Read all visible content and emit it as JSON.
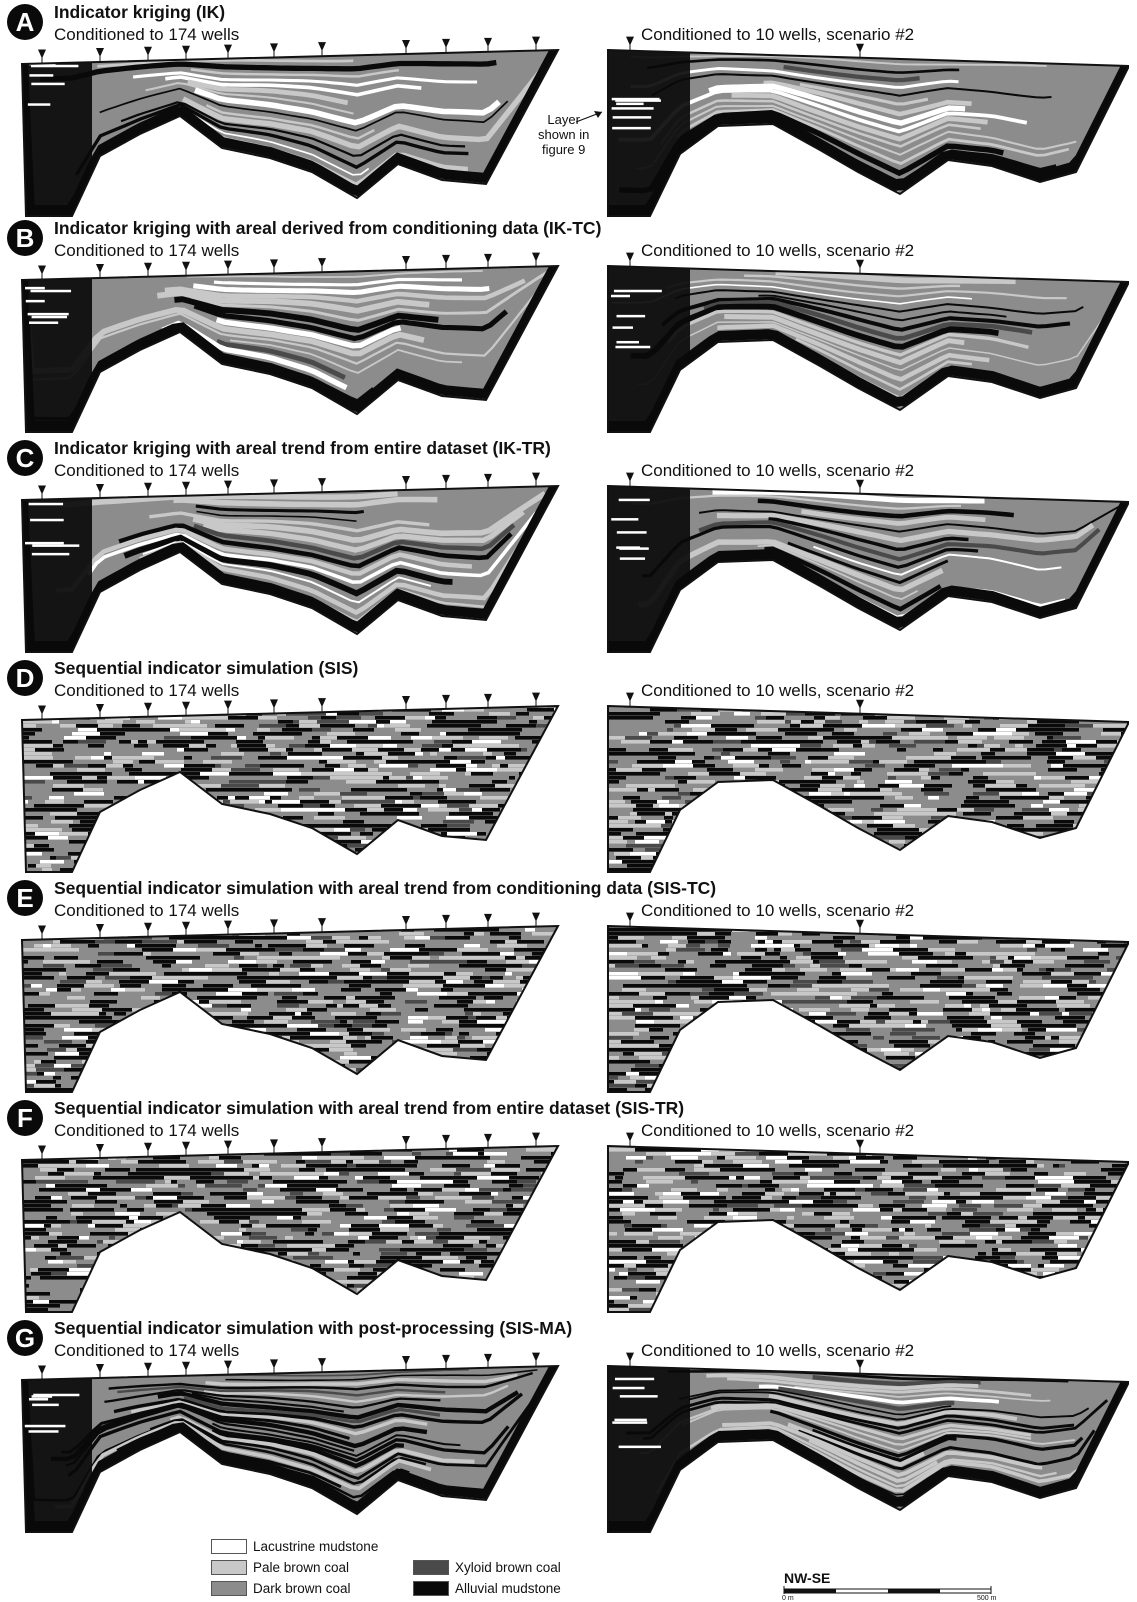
{
  "panels": [
    {
      "letter": "A",
      "title": "Indicator kriging (IK)",
      "left_subtitle": "Conditioned to 174 wells",
      "right_subtitle": "Conditioned to 10 wells, scenario #2",
      "style": "kriging"
    },
    {
      "letter": "B",
      "title": "Indicator kriging with areal derived from conditioning data  (IK-TC)",
      "left_subtitle": "Conditioned to 174 wells",
      "right_subtitle": "Conditioned to 10 wells, scenario #2",
      "style": "kriging"
    },
    {
      "letter": "C",
      "title": "Indicator kriging with areal trend from entire dataset (IK-TR)",
      "left_subtitle": "Conditioned to 174 wells",
      "right_subtitle": "Conditioned to 10 wells, scenario #2",
      "style": "kriging"
    },
    {
      "letter": "D",
      "title": "Sequential indicator simulation (SIS)",
      "left_subtitle": "Conditioned to 174 wells",
      "right_subtitle": "Conditioned to 10 wells, scenario #2",
      "style": "simulation"
    },
    {
      "letter": "E",
      "title": "Sequential indicator simulation with areal trend from conditioning data (SIS-TC)",
      "left_subtitle": "Conditioned to 174 wells",
      "right_subtitle": "Conditioned to 10 wells, scenario #2",
      "style": "simulation"
    },
    {
      "letter": "F",
      "title": "Sequential indicator simulation with areal trend from entire dataset (SIS-TR)",
      "left_subtitle": "Conditioned to 174 wells",
      "right_subtitle": "Conditioned to 10 wells, scenario #2",
      "style": "simulation"
    },
    {
      "letter": "G",
      "title": "Sequential indicator simulation with post-processing (SIS-MA)",
      "left_subtitle": "Conditioned to 174 wells",
      "right_subtitle": "Conditioned to 10 wells, scenario #2",
      "style": "postprocessed"
    }
  ],
  "annotation": {
    "line1": "Layer",
    "line2": "shown in",
    "line3": "figure 9"
  },
  "legend": [
    {
      "label": "Lacustrine mudstone",
      "color": "#ffffff"
    },
    {
      "label": "Pale brown coal",
      "color": "#c8c8c8"
    },
    {
      "label": "Dark brown coal",
      "color": "#8c8c8c"
    },
    {
      "label": "Xyloid brown coal",
      "color": "#4a4a4a"
    },
    {
      "label": "Alluvial mudstone",
      "color": "#0a0a0a"
    }
  ],
  "scalebar": {
    "title": "NW-SE",
    "min_label": "0 m",
    "max_label": "500 m"
  }
}
